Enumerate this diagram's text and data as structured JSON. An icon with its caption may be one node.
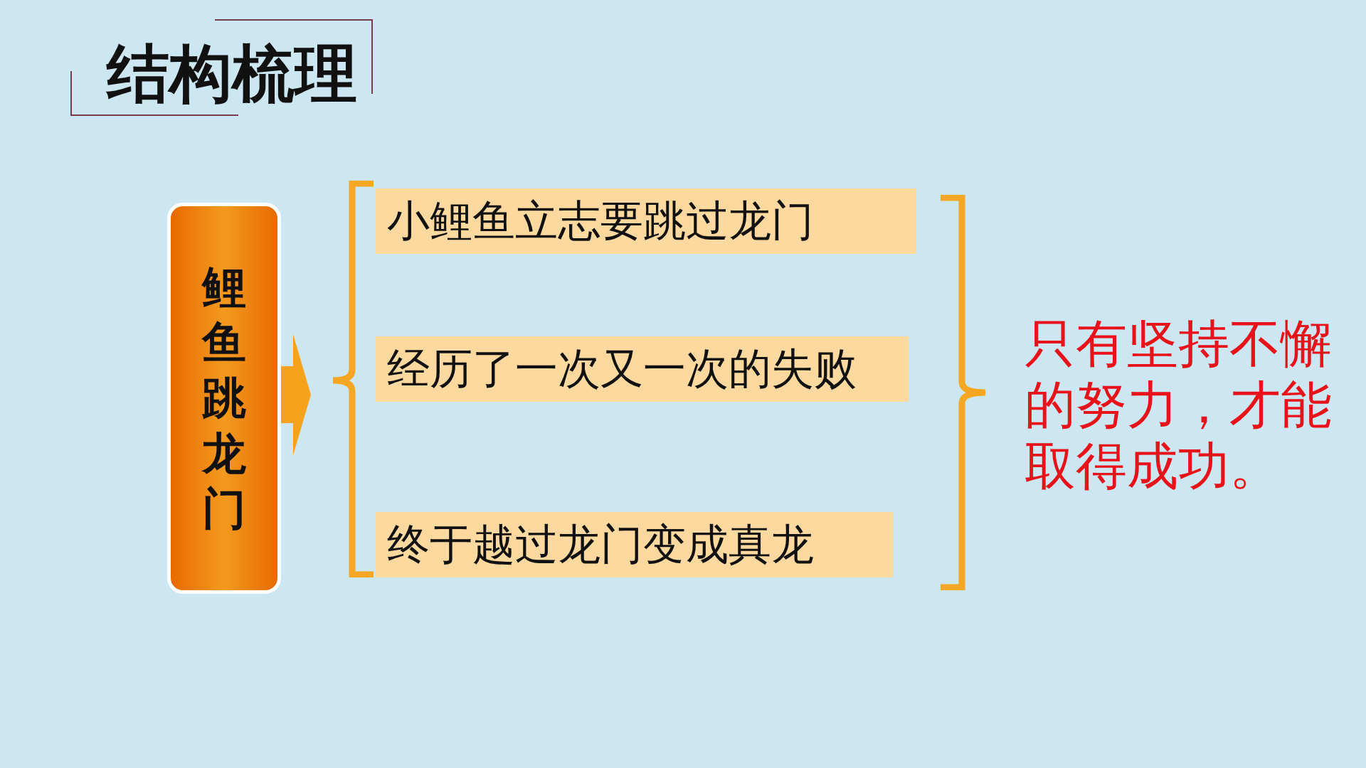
{
  "diagram": {
    "title": "结构梳理",
    "nodes": [
      {
        "text": [
          "鲤鱼跳龙门"
        ]
      },
      {
        "text": [],
        "shape": "bracket"
      },
      {
        "text": [
          "小鲤鱼立志要跳过龙门"
        ]
      },
      {
        "text": [
          "经历了一次又一次的失败"
        ]
      },
      {
        "text": [
          "终于越过龙门变成真龙"
        ]
      },
      {
        "text": [],
        "shape": "bracket"
      },
      {
        "text": [
          "只有坚持不懈的努力，才能取得成功。"
        ]
      }
    ],
    "edges": [
      {
        "from": 0,
        "to": 1,
        "arrow": "to"
      }
    ]
  }
}
